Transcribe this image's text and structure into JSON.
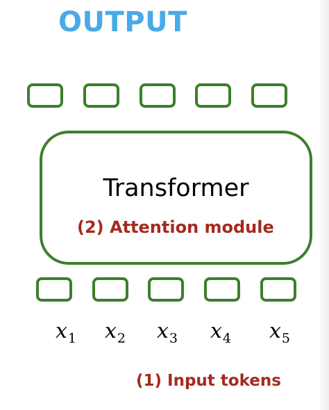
{
  "title": "OUTPUT",
  "transformer": {
    "label": "Transformer",
    "annotation": "(2) Attention module"
  },
  "output_tokens": [
    "",
    "",
    "",
    "",
    ""
  ],
  "input_tokens": [
    {
      "var": "x",
      "sub": "1"
    },
    {
      "var": "x",
      "sub": "2"
    },
    {
      "var": "x",
      "sub": "3"
    },
    {
      "var": "x",
      "sub": "4"
    },
    {
      "var": "x",
      "sub": "5"
    }
  ],
  "input_annotation": "(1) Input tokens",
  "colors": {
    "title": "#4aaae6",
    "box_border": "#3c7f2c",
    "annotation": "#a52a1e"
  }
}
